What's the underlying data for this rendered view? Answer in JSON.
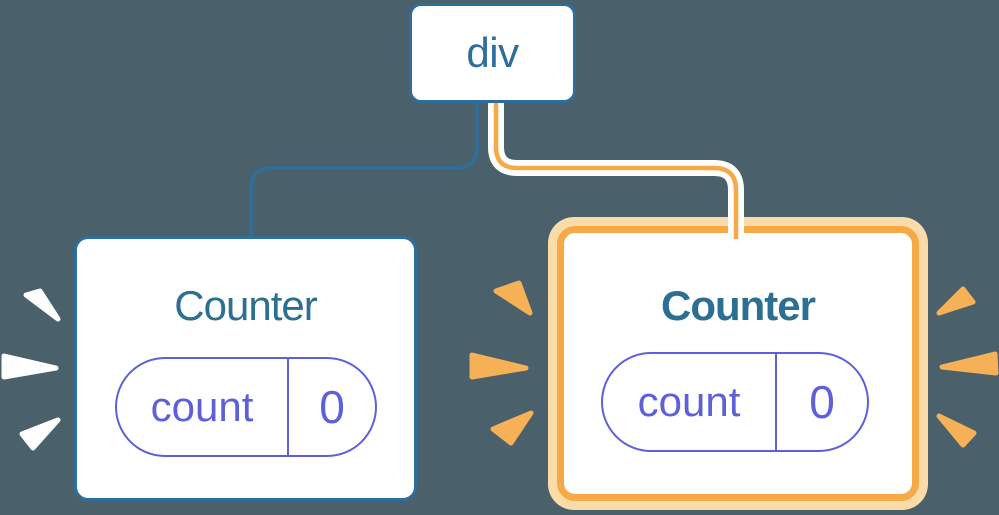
{
  "root": {
    "label": "div"
  },
  "counters": [
    {
      "title": "Counter",
      "state_key": "count",
      "state_value": "0",
      "highlighted": false
    },
    {
      "title": "Counter",
      "state_key": "count",
      "state_value": "0",
      "highlighted": true
    }
  ],
  "colors": {
    "background": "#4A606B",
    "node_blue": "#2E6E9C",
    "title_blue": "#2D6E93",
    "state_purple": "#5E60D9",
    "highlight_orange": "#F5A947",
    "highlight_peach": "#FBDBA8",
    "ray_orange": "#F6B156",
    "ray_white": "#FFFFFF",
    "card_background": "#FFFFFF"
  },
  "icons": {
    "rays_left": "burst-rays-white",
    "rays_middle": "burst-rays-orange",
    "rays_right": "burst-rays-orange"
  }
}
